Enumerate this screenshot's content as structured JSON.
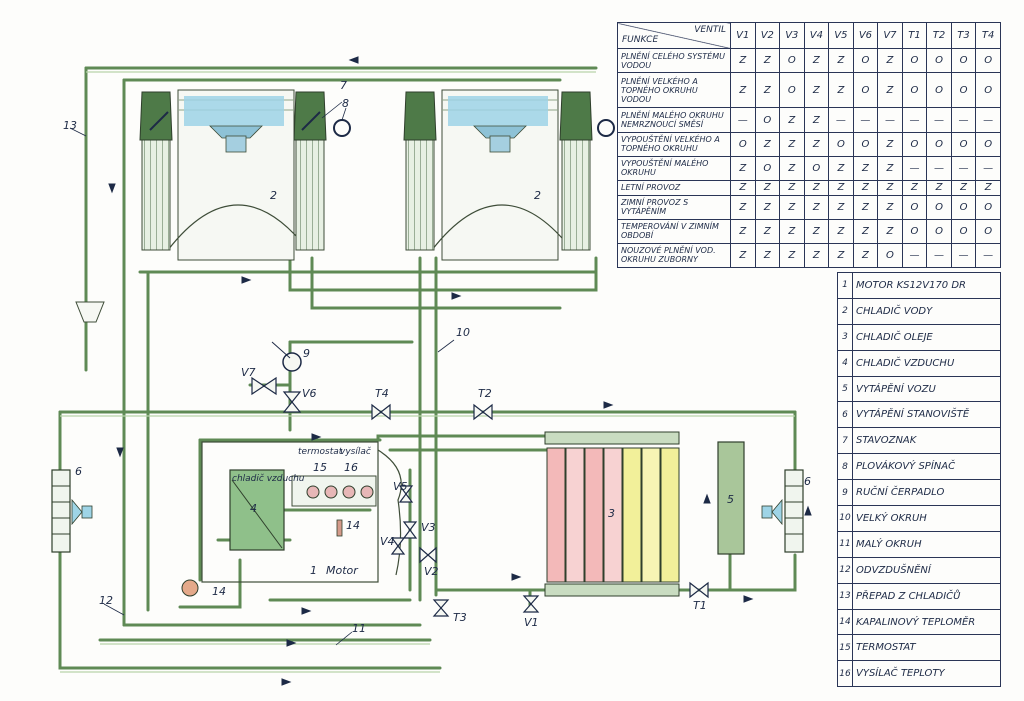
{
  "valve_table": {
    "header_ventil": "VENTIL",
    "header_funkce": "FUNKCE",
    "columns": [
      "V1",
      "V2",
      "V3",
      "V4",
      "V5",
      "V6",
      "V7",
      "T1",
      "T2",
      "T3",
      "T4"
    ],
    "rows": [
      {
        "function": "PLNĚNÍ CELÉHO SYSTÉMU VODOU",
        "values": [
          "Z",
          "Z",
          "O",
          "Z",
          "Z",
          "O",
          "Z",
          "O",
          "O",
          "O",
          "O"
        ]
      },
      {
        "function": "PLNĚNÍ VELKÉHO A TOPNÉHO OKRUHU VODOU",
        "values": [
          "Z",
          "Z",
          "O",
          "Z",
          "Z",
          "O",
          "Z",
          "O",
          "O",
          "O",
          "O"
        ]
      },
      {
        "function": "PLNĚNÍ MALÉHO OKRUHU NEMRZNOUCÍ SMĚSÍ",
        "values": [
          "—",
          "O",
          "Z",
          "Z",
          "—",
          "—",
          "—",
          "—",
          "—",
          "—",
          "—"
        ]
      },
      {
        "function": "VYPOUŠTĚNÍ VELKÉHO A TOPNÉHO OKRUHU",
        "values": [
          "O",
          "Z",
          "Z",
          "Z",
          "O",
          "O",
          "Z",
          "O",
          "O",
          "O",
          "O"
        ]
      },
      {
        "function": "VYPOUŠTĚNÍ MALÉHO OKRUHU",
        "values": [
          "Z",
          "O",
          "Z",
          "O",
          "Z",
          "Z",
          "Z",
          "—",
          "—",
          "—",
          "—"
        ]
      },
      {
        "function": "LETNÍ PROVOZ",
        "values": [
          "Z",
          "Z",
          "Z",
          "Z",
          "Z",
          "Z",
          "Z",
          "Z",
          "Z",
          "Z",
          "Z"
        ]
      },
      {
        "function": "ZIMNÍ PROVOZ S VYTÁPĚNÍM",
        "values": [
          "Z",
          "Z",
          "Z",
          "Z",
          "Z",
          "Z",
          "Z",
          "O",
          "O",
          "O",
          "O"
        ]
      },
      {
        "function": "TEMPEROVÁNÍ V ZIMNÍM OBDOBÍ",
        "values": [
          "Z",
          "Z",
          "Z",
          "Z",
          "Z",
          "Z",
          "Z",
          "O",
          "O",
          "O",
          "O"
        ]
      },
      {
        "function": "NOUZOVÉ PLNĚNÍ VOD. OKRUHU ZUBORNY",
        "values": [
          "Z",
          "Z",
          "Z",
          "Z",
          "Z",
          "Z",
          "O",
          "—",
          "—",
          "—",
          "—"
        ]
      }
    ]
  },
  "legend": [
    {
      "num": "1",
      "label": "MOTOR KS12V170 DR"
    },
    {
      "num": "2",
      "label": "CHLADIČ VODY"
    },
    {
      "num": "3",
      "label": "CHLADIČ OLEJE"
    },
    {
      "num": "4",
      "label": "CHLADIČ VZDUCHU"
    },
    {
      "num": "5",
      "label": "VYTÁPĚNÍ VOZU"
    },
    {
      "num": "6",
      "label": "VYTÁPĚNÍ STANOVIŠTĚ"
    },
    {
      "num": "7",
      "label": "STAVOZNAK"
    },
    {
      "num": "8",
      "label": "PLOVÁKOVÝ SPÍNAČ"
    },
    {
      "num": "9",
      "label": "RUČNÍ ČERPADLO"
    },
    {
      "num": "10",
      "label": "VELKÝ OKRUH"
    },
    {
      "num": "11",
      "label": "MALÝ OKRUH"
    },
    {
      "num": "12",
      "label": "ODVZDUŠNĚNÍ"
    },
    {
      "num": "13",
      "label": "PŘEPAD Z CHLADIČŮ"
    },
    {
      "num": "14",
      "label": "KAPALINOVÝ TEPLOMĚR"
    },
    {
      "num": "15",
      "label": "TERMOSTAT"
    },
    {
      "num": "16",
      "label": "VYSÍLAČ TEPLOTY"
    }
  ],
  "diagram_labels": {
    "n1_motor": "1",
    "motor_text": "Motor",
    "n2_left": "2",
    "n2_right": "2",
    "n3": "3",
    "n4": "4",
    "n4_text": "chladič vzduchu",
    "n5": "5",
    "n6_left": "6",
    "n6_right": "6",
    "n7": "7",
    "n8": "8",
    "n9": "9",
    "n10": "10",
    "n11": "11",
    "n12": "12",
    "n13": "13",
    "n14_a": "14",
    "n14_b": "14",
    "n15": "15",
    "n16": "16",
    "termostat_text": "termostat",
    "vysilac_text": "vysílač",
    "v1": "V1",
    "v2": "V2",
    "v3": "V3",
    "v4": "V4",
    "v5": "V5",
    "v6": "V6",
    "v7": "V7",
    "t1": "T1",
    "t2": "T2",
    "t3": "T3",
    "t4": "T4"
  },
  "colors": {
    "pipe": "#5f8a55",
    "pipe_light": "#a9c69a",
    "radiator_water": "#9ed4e6",
    "oil_cooler_red": "#f3b9b9",
    "oil_cooler_yellow": "#f2f09a",
    "ink": "#1d2a46"
  }
}
